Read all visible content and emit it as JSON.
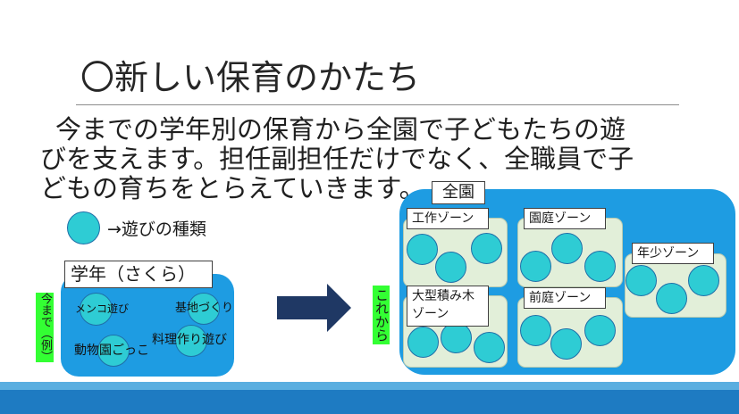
{
  "slide": {
    "title": "〇新しい保育のかたち",
    "body_lines": [
      "今までの学年別の保育から全園で子どもたちの遊",
      "びを支えます。担任副担任だけでなく、全職員で子",
      "どもの育ちをとらえていきます。"
    ]
  },
  "legend": {
    "icon": "activity-circle-icon",
    "label": "→遊びの種類"
  },
  "current": {
    "side_label": "今まで（例）",
    "group_label": "学年（さくら）",
    "activities": [
      "メンコ遊び",
      "基地づくり",
      "料理作り遊び",
      "動物園ごっこ"
    ]
  },
  "arrow": {
    "icon": "right-arrow-icon"
  },
  "future": {
    "side_label": "これから",
    "group_label": "全園",
    "zones": [
      {
        "label": "工作ゾーン"
      },
      {
        "label": "園庭ゾーン"
      },
      {
        "label": "年少ゾーン"
      },
      {
        "label": "大型積み木ゾーン"
      },
      {
        "label": "前庭ゾーン"
      }
    ]
  },
  "colors": {
    "group": "#1E9CE2",
    "zone": "#E2EFD9",
    "activity": "#2ECCD4",
    "arrow": "#1F3864",
    "side": "#33FF33"
  }
}
